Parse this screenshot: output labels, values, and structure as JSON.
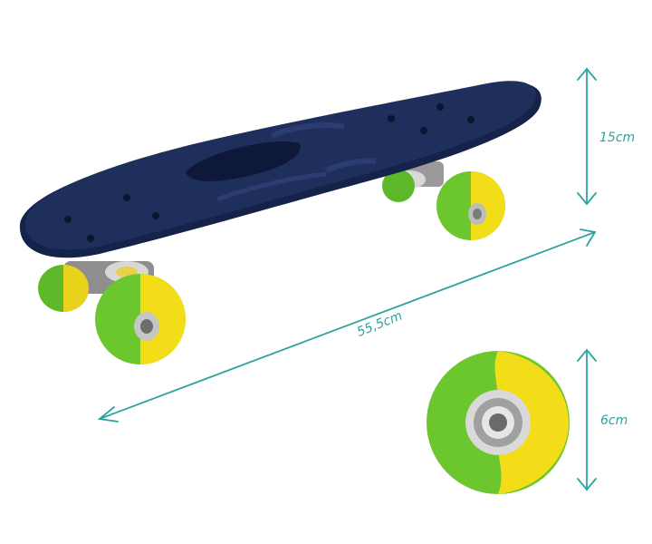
{
  "dimensions": {
    "height_label": "15cm",
    "length_label": "55,5cm",
    "wheel_label": "6cm"
  },
  "colors": {
    "deck": "#1f2f5c",
    "deck_shadow": "#15224a",
    "wheel_green": "#6cc62e",
    "wheel_yellow": "#f2dd18",
    "dimension_line": "#2aa5a0",
    "metal": "#b8b8b8"
  },
  "icons": {
    "arrow": "double-headed-arrow"
  }
}
